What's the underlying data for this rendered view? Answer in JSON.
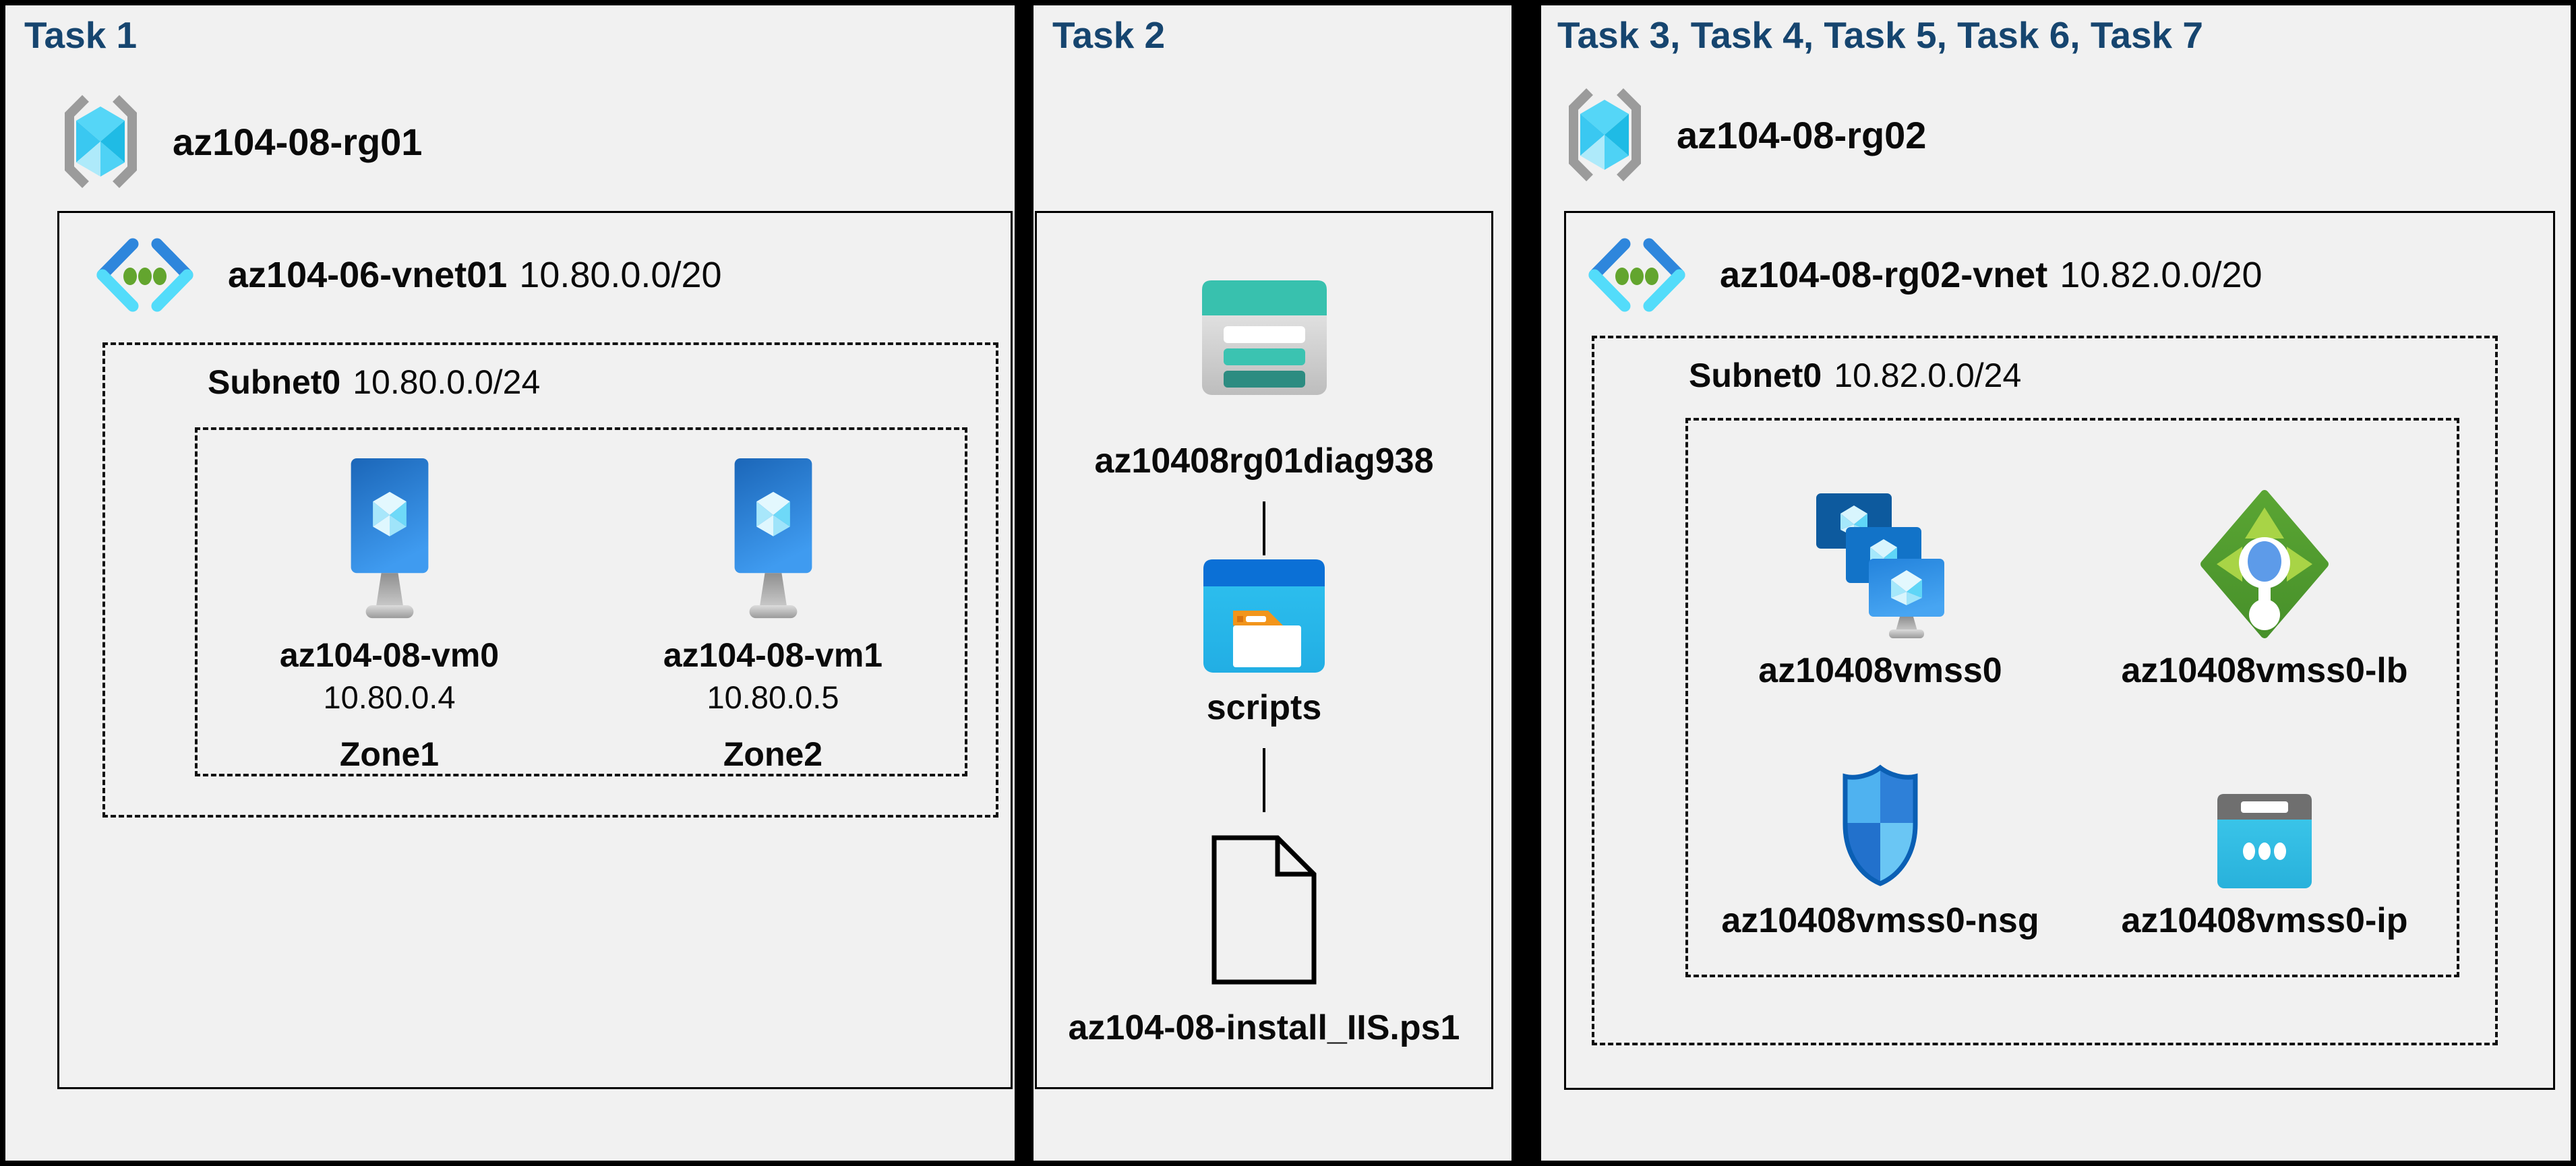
{
  "colors": {
    "background": "#000000",
    "panel_background": "#F1F1F1",
    "title_navy": "#16456F",
    "label_black": "#0A0A0A",
    "vnet_chevron_blue": "#2E86DC",
    "vnet_chevron_cyan": "#53DCFA",
    "vnet_dot_green": "#63A52E",
    "lb_green": "#4F9A2E",
    "storage_teal": "#38C1AE",
    "folder_blue": "#0B70D6",
    "ip_cyan": "#35C2E8"
  },
  "panels": {
    "task1": {
      "title": "Task 1",
      "resource_group": {
        "name": "az104-08-rg01",
        "icon": "resource-group-icon"
      },
      "vnet": {
        "name": "az104-06-vnet01",
        "cidr": "10.80.0.0/20",
        "icon": "virtual-network-icon"
      },
      "subnet": {
        "name": "Subnet0",
        "cidr": "10.80.0.0/24"
      },
      "vms": [
        {
          "name": "az104-08-vm0",
          "ip": "10.80.0.4",
          "zone": "Zone1",
          "icon": "virtual-machine-icon"
        },
        {
          "name": "az104-08-vm1",
          "ip": "10.80.0.5",
          "zone": "Zone2",
          "icon": "virtual-machine-icon"
        }
      ]
    },
    "task2": {
      "title": "Task 2",
      "storage_account": {
        "name": "az10408rg01diag938",
        "icon": "storage-account-icon"
      },
      "container": {
        "name": "scripts",
        "icon": "blob-container-icon"
      },
      "file": {
        "name": "az104-08-install_IIS.ps1",
        "icon": "file-icon"
      }
    },
    "task3": {
      "title": "Task 3, Task 4, Task 5, Task 6, Task 7",
      "resource_group": {
        "name": "az104-08-rg02",
        "icon": "resource-group-icon"
      },
      "vnet": {
        "name": "az104-08-rg02-vnet",
        "cidr": "10.82.0.0/20",
        "icon": "virtual-network-icon"
      },
      "subnet": {
        "name": "Subnet0",
        "cidr": "10.82.0.0/24"
      },
      "resources": [
        {
          "name": "az10408vmss0",
          "icon": "vm-scale-set-icon"
        },
        {
          "name": "az10408vmss0-lb",
          "icon": "load-balancer-icon"
        },
        {
          "name": "az10408vmss0-nsg",
          "icon": "network-security-group-icon"
        },
        {
          "name": "az10408vmss0-ip",
          "icon": "public-ip-icon"
        }
      ]
    }
  }
}
